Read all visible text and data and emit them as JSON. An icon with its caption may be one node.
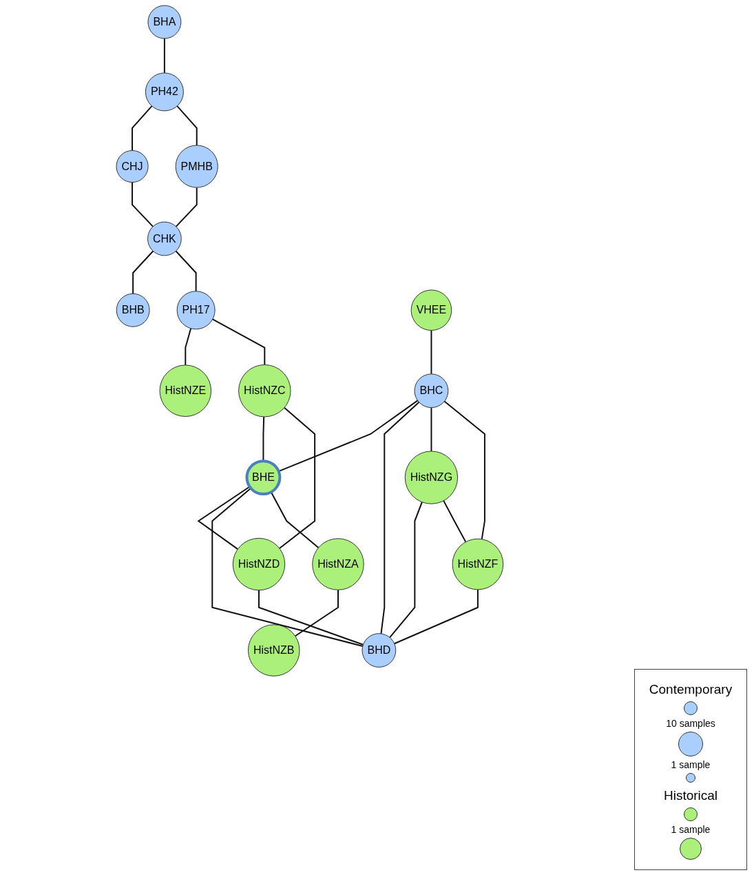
{
  "diagram": {
    "nodes": [
      {
        "text": [
          "BHA"
        ]
      },
      {
        "text": [
          "PH42"
        ]
      },
      {
        "text": [
          "PMHB"
        ]
      },
      {
        "text": [
          "CHJ"
        ]
      },
      {
        "text": [
          "CHK"
        ]
      },
      {
        "text": [
          "BHB"
        ]
      },
      {
        "text": [
          "PH17"
        ]
      },
      {
        "text": [
          "HistNZE"
        ]
      },
      {
        "text": [
          "HistNZC"
        ]
      },
      {
        "text": [
          "VHEE"
        ]
      },
      {
        "text": [
          "BHE"
        ]
      },
      {
        "text": [
          "HistNZD"
        ]
      },
      {
        "text": [
          "BHC"
        ]
      },
      {
        "text": [
          "HistNZA"
        ]
      },
      {
        "text": [
          "BHD"
        ]
      },
      {
        "text": [
          "HistNZG"
        ]
      },
      {
        "text": [
          "HistNZF"
        ]
      },
      {
        "text": [
          "HistNZB"
        ]
      }
    ],
    "edges": [
      {
        "from": 0,
        "to": 1,
        "arrow": "none"
      },
      {
        "from": 1,
        "to": 3,
        "arrow": "none"
      },
      {
        "from": 1,
        "to": 2,
        "arrow": "none"
      },
      {
        "from": 3,
        "to": 4,
        "arrow": "none"
      },
      {
        "from": 2,
        "to": 4,
        "arrow": "none"
      },
      {
        "from": 4,
        "to": 5,
        "arrow": "none"
      },
      {
        "from": 4,
        "to": 6,
        "arrow": "none"
      },
      {
        "from": 6,
        "to": 7,
        "arrow": "none"
      },
      {
        "from": 6,
        "to": 8,
        "arrow": "none"
      },
      {
        "from": 8,
        "to": 10,
        "arrow": "none"
      },
      {
        "from": 8,
        "to": 11,
        "arrow": "none"
      },
      {
        "from": 10,
        "to": 11,
        "arrow": "none"
      },
      {
        "from": 9,
        "to": 12,
        "arrow": "none"
      },
      {
        "from": 12,
        "to": 10,
        "arrow": "none"
      },
      {
        "from": 10,
        "to": 14,
        "arrow": "none"
      },
      {
        "from": 11,
        "to": 14,
        "arrow": "none"
      },
      {
        "from": 10,
        "to": 13,
        "arrow": "none"
      },
      {
        "from": 13,
        "to": 17,
        "arrow": "none"
      },
      {
        "from": 12,
        "to": 14,
        "arrow": "none"
      },
      {
        "from": 12,
        "to": 15,
        "arrow": "none"
      },
      {
        "from": 12,
        "to": 16,
        "arrow": "none"
      },
      {
        "from": 15,
        "to": 14,
        "arrow": "none"
      },
      {
        "from": 15,
        "to": 16,
        "arrow": "none"
      },
      {
        "from": 16,
        "to": 14,
        "arrow": "none"
      }
    ],
    "legend": [
      {
        "text": "Contemporary",
        "color": "#aacfff"
      },
      {
        "text": "10 samples"
      },
      {
        "text": "1 sample"
      },
      {
        "text": "Historical",
        "color": "#aaf07a"
      },
      {
        "text": "1 sample"
      }
    ]
  }
}
